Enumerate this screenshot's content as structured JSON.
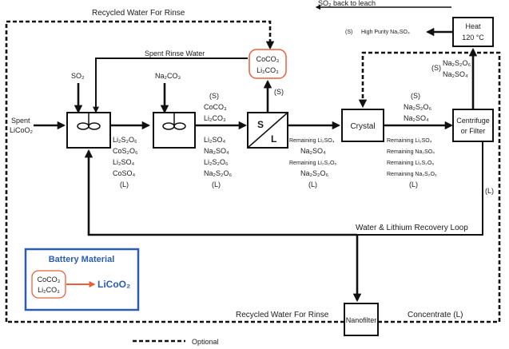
{
  "top": {
    "recycled_water_rinse": "Recycled Water For Rinse",
    "so2_back_to_leach": "SO₂ back to leach",
    "spent_rinse_water": "Spent Rinse Water"
  },
  "inputs": {
    "spent_licoo2": [
      "Spent",
      "LiCoO₂"
    ],
    "so2": "SO₂",
    "na2co3": "Na₂CO₃"
  },
  "heat": {
    "line1": "Heat",
    "line2": "120 °C"
  },
  "high_purity": {
    "phase": "(S)",
    "text": "High Purity Na₂SO₄"
  },
  "coco3_box": [
    "CoCO₃",
    "Li₂CO₃"
  ],
  "coco3_phase": "(S)",
  "separator": {
    "s": "S",
    "l": "L"
  },
  "crystal": "Crystal",
  "centrifuge": [
    "Centrifuge",
    "or Filter"
  ],
  "centrifuge_top": [
    "(S)",
    "Na₂S₂O₆",
    "Na₂SO₄"
  ],
  "leach_products": [
    "Li₂S₂O₆",
    "CoS₂O₆",
    "Li₂SO₄",
    "CoSO₄",
    "(L)"
  ],
  "precip_solids": [
    "(S)",
    "CoCO₃",
    "Li₂CO₃"
  ],
  "precip_liquids": [
    "Li₂SO₄",
    "Na₂SO₄",
    "Li₂S₂O₆",
    "Na₂S₂O₆",
    "(L)"
  ],
  "sep_liquids": [
    "Remaining Li₂SO₄",
    "Na₂SO₄",
    "Remaining Li₂S₂O₆",
    "Na₂S₂O₆",
    "(L)"
  ],
  "crystal_solids": [
    "(S)",
    "Na₂S₂O₆",
    "Na₂SO₄"
  ],
  "crystal_liquids": [
    "Remaining Li₂SO₄",
    "Remaining Na₂SO₄",
    "Remaining Li₂S₂O₆",
    "Remaining Na₂S₂O₆",
    "(L)"
  ],
  "right_liquid": "(L)",
  "loop_label": "Water & Lithium Recovery Loop",
  "battery": {
    "title": "Battery Material",
    "input": [
      "CoCO₃",
      "Li₂CO₃"
    ],
    "output": "LiCoO₂"
  },
  "bottom": {
    "recycled_water_rinse": "Recycled Water For Rinse",
    "nanofilter": "Nanofilter",
    "concentrate": "Concentrate (L)"
  },
  "legend": {
    "optional": "Optional"
  },
  "colors": {
    "accent_blue": "#2a5db0",
    "accent_orange": "#e8603c",
    "line": "#111111"
  }
}
